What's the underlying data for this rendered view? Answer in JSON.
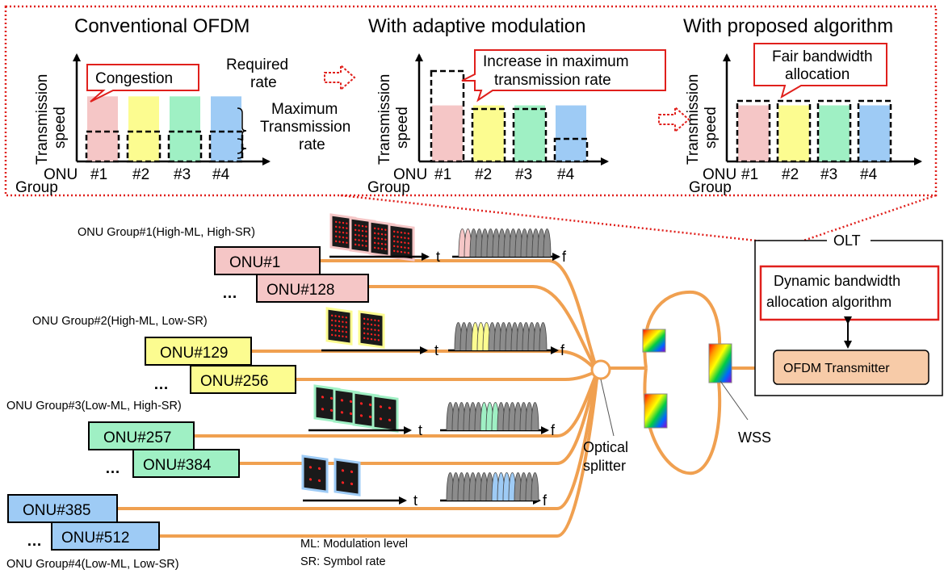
{
  "colors": {
    "group1": "#f5c6c6",
    "group2": "#fcfc90",
    "group3": "#9ff0c4",
    "group4": "#9ecbf5",
    "fiber": "#f0a050",
    "accent_red": "#e0201c",
    "olt_tx": "#f7cba8"
  },
  "top_panel": {
    "panels": [
      {
        "title": "Conventional OFDM",
        "ylabel_line1": "Transmission",
        "ylabel_line2": "speed",
        "callout": "Congestion",
        "annotation_required": [
          "Required",
          "rate"
        ],
        "annotation_max": [
          "Maximum",
          "Transmission",
          "rate"
        ],
        "x_label": "ONU",
        "x_label2": "Group",
        "ticks": [
          "#1",
          "#2",
          "#3",
          "#4"
        ],
        "required_rate": [
          0.72,
          0.72,
          0.72,
          0.72
        ],
        "max_rate": [
          0.33,
          0.33,
          0.33,
          0.33
        ]
      },
      {
        "title": "With adaptive modulation",
        "ylabel_line1": "Transmission",
        "ylabel_line2": "speed",
        "callout_line1": "Increase in maximum",
        "callout_line2": "transmission rate",
        "x_label": "ONU",
        "x_label2": "Group",
        "ticks": [
          "#1",
          "#2",
          "#3",
          "#4"
        ],
        "required_rate": [
          0.62,
          0.62,
          0.62,
          0.62
        ],
        "max_rate": [
          1.0,
          0.58,
          0.58,
          0.25
        ]
      },
      {
        "title": "With proposed algorithm",
        "ylabel_line1": "Transmission",
        "ylabel_line2": "speed",
        "callout_line1": "Fair bandwidth",
        "callout_line2": "allocation",
        "x_label": "ONU",
        "x_label2": "Group",
        "ticks": [
          "#1",
          "#2",
          "#3",
          "#4"
        ],
        "required_rate": [
          0.62,
          0.62,
          0.62,
          0.62
        ],
        "max_rate": [
          0.67,
          0.67,
          0.67,
          0.67
        ]
      }
    ]
  },
  "groups": [
    {
      "label": "ONU Group#1(High-ML, High-SR)",
      "onu_first": "ONU#1",
      "onu_last": "ONU#128",
      "ellipsis": "…",
      "constellations": 4,
      "signal_axis_t": "t",
      "signal_axis_f": "f"
    },
    {
      "label": "ONU Group#2(High-ML, Low-SR)",
      "onu_first": "ONU#129",
      "onu_last": "ONU#256",
      "ellipsis": "…",
      "constellations": 2,
      "signal_axis_t": "t",
      "signal_axis_f": "f"
    },
    {
      "label": "ONU Group#3(Low-ML, High-SR)",
      "onu_first": "ONU#257",
      "onu_last": "ONU#384",
      "ellipsis": "…",
      "constellations": 4,
      "signal_axis_t": "t",
      "signal_axis_f": "f"
    },
    {
      "label": "ONU Group#4(Low-ML, Low-SR)",
      "onu_first": "ONU#385",
      "onu_last": "ONU#512",
      "ellipsis": "…",
      "constellations": 2,
      "signal_axis_t": "t",
      "signal_axis_f": "f"
    }
  ],
  "olt": {
    "title": "OLT",
    "dba_line1": "Dynamic bandwidth",
    "dba_line2": "allocation algorithm",
    "transmitter": "OFDM Transmitter"
  },
  "labels": {
    "splitter_line1": "Optical",
    "splitter_line2": "splitter",
    "wss": "WSS"
  },
  "legend": {
    "ml": "ML: Modulation level",
    "sr": "SR: Symbol rate"
  }
}
